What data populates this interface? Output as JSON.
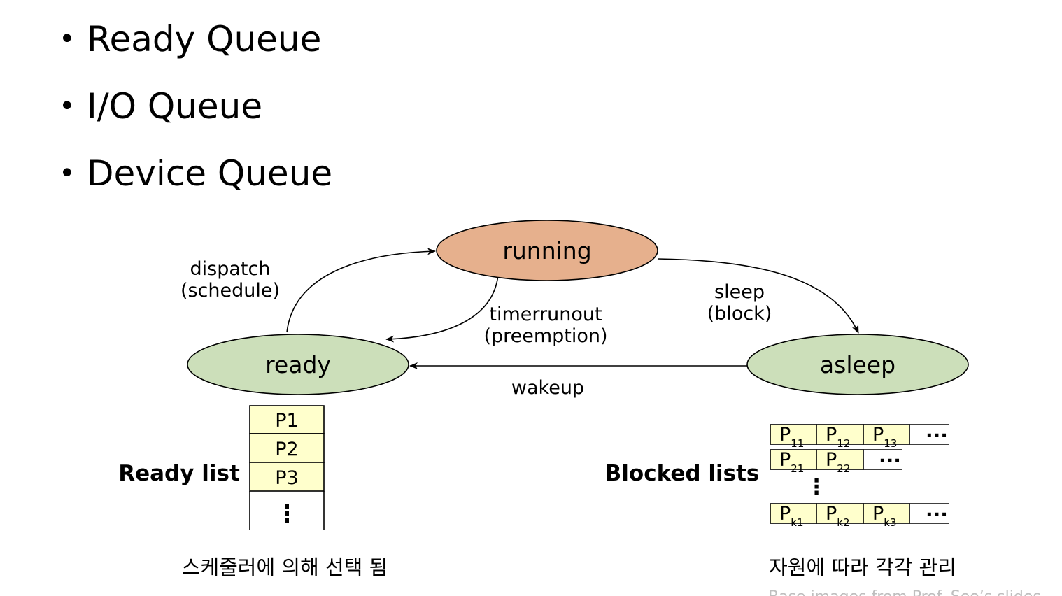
{
  "bullets": [
    "Ready Queue",
    "I/O Queue",
    "Device Queue"
  ],
  "states": {
    "running": {
      "label": "running",
      "color": "#E6B08D"
    },
    "ready": {
      "label": "ready",
      "color": "#CCDFBA"
    },
    "asleep": {
      "label": "asleep",
      "color": "#CCDFBA"
    }
  },
  "edges": {
    "dispatch": {
      "line1": "dispatch",
      "line2": "(schedule)"
    },
    "timerrunout": {
      "line1": "timerrunout",
      "line2": "(preemption)"
    },
    "sleep": {
      "line1": "sleep",
      "line2": "(block)"
    },
    "wakeup": {
      "line1": "wakeup"
    }
  },
  "ready_list": {
    "title": "Ready list",
    "items": [
      "P1",
      "P2",
      "P3"
    ],
    "more": "⋮",
    "cell_color": "#FFFFCC",
    "caption": "스케줄러에 의해 선택 됨"
  },
  "blocked_lists": {
    "title": "Blocked lists",
    "rows": [
      {
        "items": [
          {
            "base": "P",
            "sub": "11"
          },
          {
            "base": "P",
            "sub": "12"
          },
          {
            "base": "P",
            "sub": "13"
          }
        ],
        "more": "···"
      },
      {
        "items": [
          {
            "base": "P",
            "sub": "21"
          },
          {
            "base": "P",
            "sub": "22"
          }
        ],
        "more": "···"
      },
      {
        "items": [
          {
            "base": "P",
            "sub": "k1"
          },
          {
            "base": "P",
            "sub": "k2"
          },
          {
            "base": "P",
            "sub": "k3"
          }
        ],
        "more": "···"
      }
    ],
    "vertical_more": "⋮",
    "caption": "자원에 따라 각각 관리"
  },
  "credit": "Base images from Prof. Seo’s slides"
}
